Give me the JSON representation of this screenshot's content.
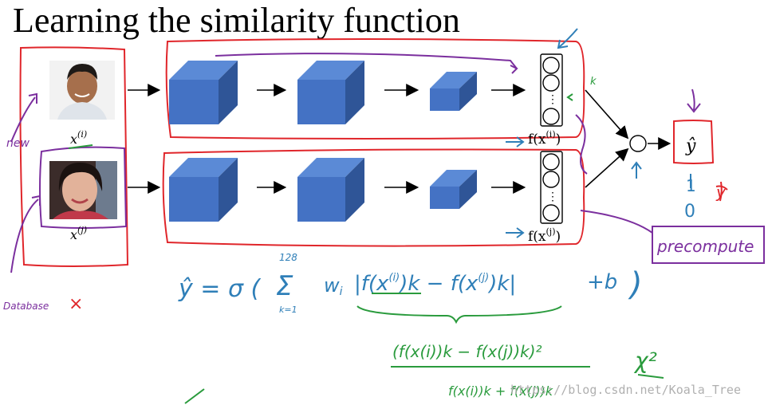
{
  "title": "Learning the similarity function",
  "inputs": {
    "top_label_base": "x",
    "top_label_sup": "(i)",
    "bottom_label_base": "x",
    "bottom_label_sup": "(j)"
  },
  "outputs": {
    "top_base": "f(x",
    "top_sup": "(i)",
    "top_close": ")",
    "bottom_base": "f(x",
    "bottom_sup": "(j)",
    "bottom_close": ")",
    "yhat": "ŷ"
  },
  "handwritten": {
    "new": "new",
    "database": "Database",
    "cross": "×",
    "k_mark": "k",
    "y_mark": "y",
    "one": "1",
    "zero": "0",
    "precompute": "precompute",
    "formula": {
      "lhs": "ŷ = σ (",
      "sum_top": "128",
      "sum_sym": "Σ",
      "sum_bottom": "k=1",
      "w": "w",
      "w_sub": "i",
      "abs_expr": "|f(x",
      "i_sup": "(i)",
      "k1": ")k",
      "minus": " − f(x",
      "j_sup": "(j)",
      "k2": ")k|",
      "plus_b": "+b",
      "close": ")"
    },
    "chi_num": "(f(x(i))k − f(x(j))k)²",
    "chi_den": "f(x(i))k + f(x(j))k",
    "chi_sym": "χ²"
  },
  "watermark": "https://blog.csdn.net/Koala_Tree",
  "colors": {
    "cube_front": "#4472c4",
    "cube_top": "#5b8ad6",
    "cube_side": "#2f5597",
    "red_ink": "#e0262b",
    "purple_ink": "#7b2f9e",
    "blue_ink": "#2f7fb8",
    "green_ink": "#2a9b3d"
  }
}
